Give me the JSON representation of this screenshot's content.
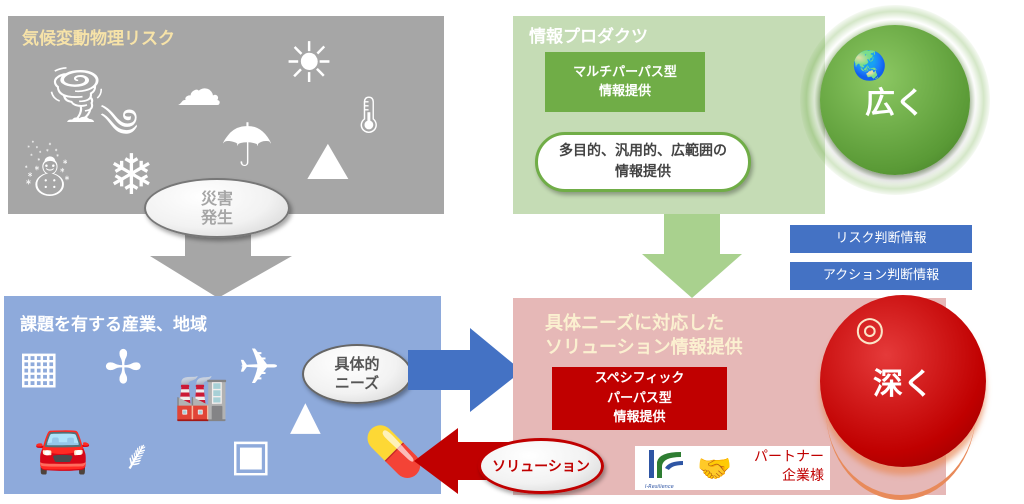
{
  "climate_risk": {
    "title": "気候変動物理リスク",
    "callout": "災害\n発生"
  },
  "industries": {
    "title": "課題を有する産業、地域",
    "callout": "具体的\nニーズ"
  },
  "info_products": {
    "title": "情報プロダクツ",
    "multi_purpose": "マルチパーパス型\n情報提供",
    "general": "多目的、汎用的、広範囲の\n情報提供",
    "wide_label": "広く"
  },
  "judgment_labels": [
    "リスク判断情報",
    "アクション判断情報"
  ],
  "solutions": {
    "title": "具体ニーズに対応した\nソリューション情報提供",
    "specific": "スペシフィック\nパーパス型\n情報提供",
    "deep_label": "深く",
    "solution_callout": "ソリューション",
    "logo_text": "I-Resilience",
    "partner": "パートナー\n企業様"
  },
  "colors": {
    "gray": "#a6a6a6",
    "blue_panel": "#8eaadb",
    "green_panel": "#c5dcb5",
    "pink_panel": "#e6b8b7",
    "green": "#70ad47",
    "red": "#c00000",
    "blue": "#4472c4"
  }
}
